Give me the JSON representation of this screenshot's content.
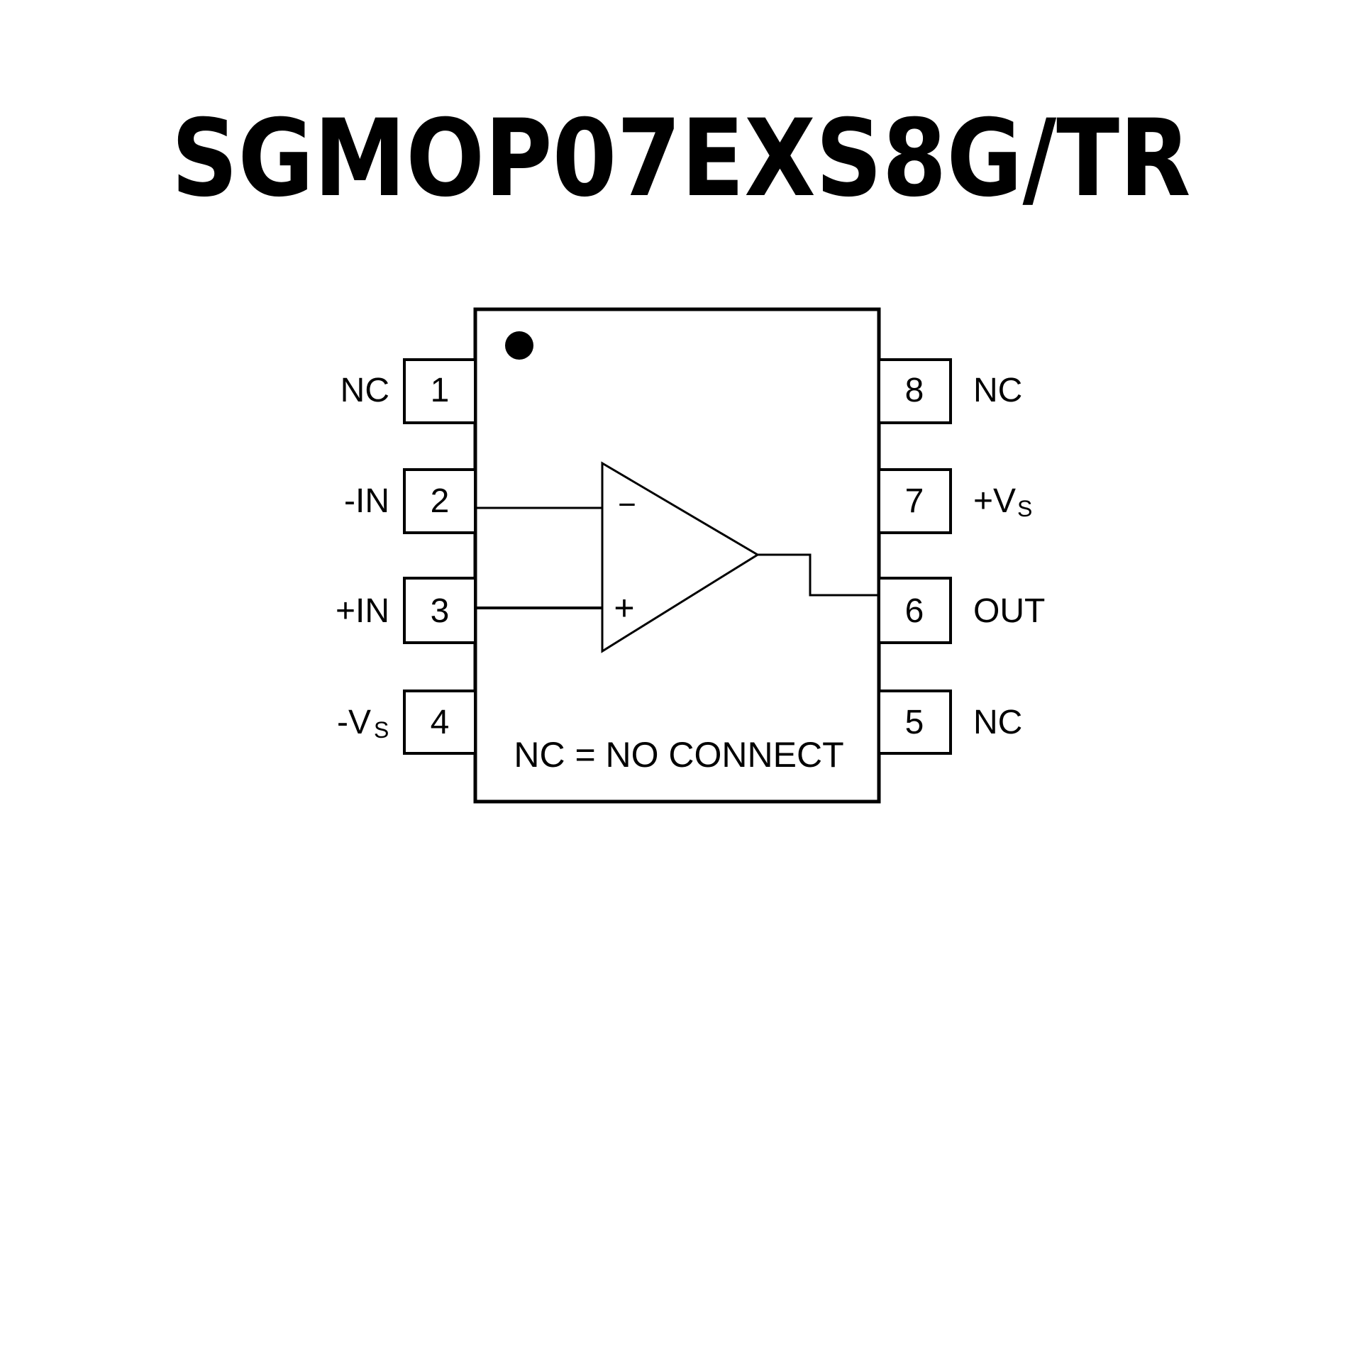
{
  "title": "SGMOP07EXS8G/TR",
  "note": "NC = NO CONNECT",
  "pins_left": [
    {
      "number": "1",
      "label": "NC"
    },
    {
      "number": "2",
      "label": "-IN"
    },
    {
      "number": "3",
      "label": "+IN"
    },
    {
      "number": "4",
      "label": "-V",
      "sub": "S"
    }
  ],
  "pins_right": [
    {
      "number": "8",
      "label": "NC"
    },
    {
      "number": "7",
      "label": "+V",
      "sub": "S"
    },
    {
      "number": "6",
      "label": "OUT"
    },
    {
      "number": "5",
      "label": "NC"
    }
  ],
  "opamp": {
    "minus": "−",
    "plus": "+"
  }
}
